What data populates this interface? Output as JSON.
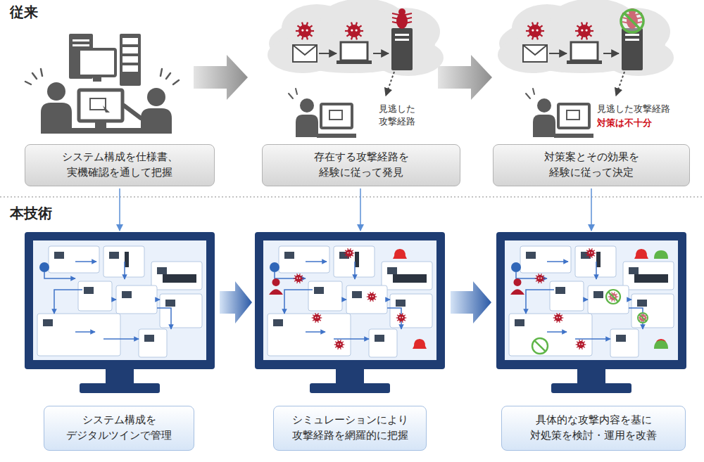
{
  "diagram": {
    "nodes": [
      {
        "text": [
          "システム構成を仕様書、 実機確認を通して把握"
        ]
      },
      {
        "text": [
          "存在する攻撃経路を 経験に従って発見"
        ]
      },
      {
        "text": [
          "対策案とその効果を 経験に従って決定"
        ]
      },
      {
        "text": [
          "システム構成を デジタルツインで管理"
        ]
      },
      {
        "text": [
          "シミュレーションにより 攻撃経路を網羅的に把握"
        ]
      },
      {
        "text": [
          "具体的な攻撃内容を基に 対処策を検討・運用を改善"
        ]
      }
    ],
    "labels": [
      "従来",
      "見逃した 攻撃経路",
      "見逃した攻撃経路",
      "対策は不十分",
      "本技術"
    ]
  }
}
